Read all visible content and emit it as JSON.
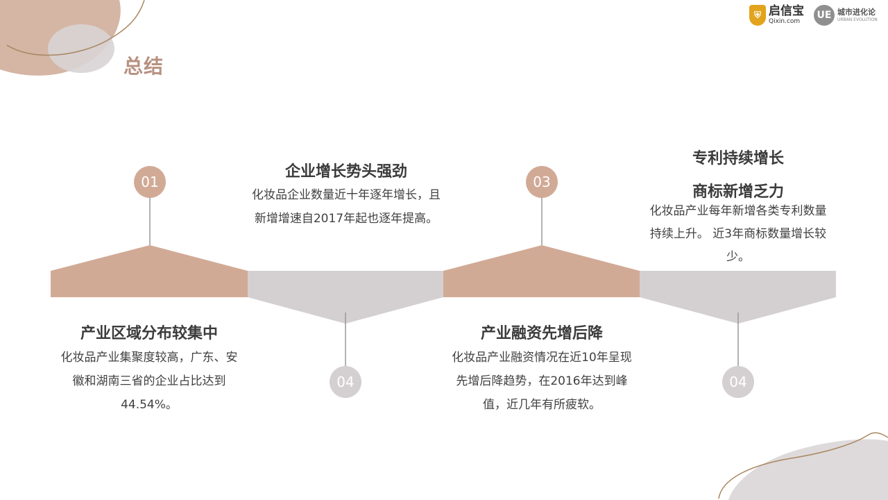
{
  "slide": {
    "title": "总结"
  },
  "logos": {
    "qixin": {
      "glyph": "⛨",
      "name_cn": "启信宝",
      "name_en": "Qixin.com"
    },
    "ue": {
      "glyph": "UE",
      "name_cn": "城市进化论",
      "name_en": "URBAN EVOLUTION"
    }
  },
  "colors": {
    "tan": "#d1aa96",
    "grey": "#d4d0d1",
    "accent_title": "#b89080"
  },
  "timeline": [
    {
      "number": "01",
      "heading": "产业区域分布较集中",
      "text": "化妆品产业集聚度较高，广东、安徽和湖南三省的企业占比达到44.54%。"
    },
    {
      "number": "04",
      "heading": "企业增长势头强劲",
      "text": "化妆品企业数量近十年逐年增长，且新增增速自2017年起也逐年提高。"
    },
    {
      "number": "03",
      "heading": "产业融资先增后降",
      "text": "化妆品产业融资情况在近10年呈现先增后降趋势，在2016年达到峰值，近几年有所疲软。"
    },
    {
      "number": "04",
      "heading_line1": "专利持续增长",
      "heading_line2": "商标新增乏力",
      "text": "化妆品产业每年新增各类专利数量持续上升。 近3年商标数量增长较少。"
    }
  ]
}
